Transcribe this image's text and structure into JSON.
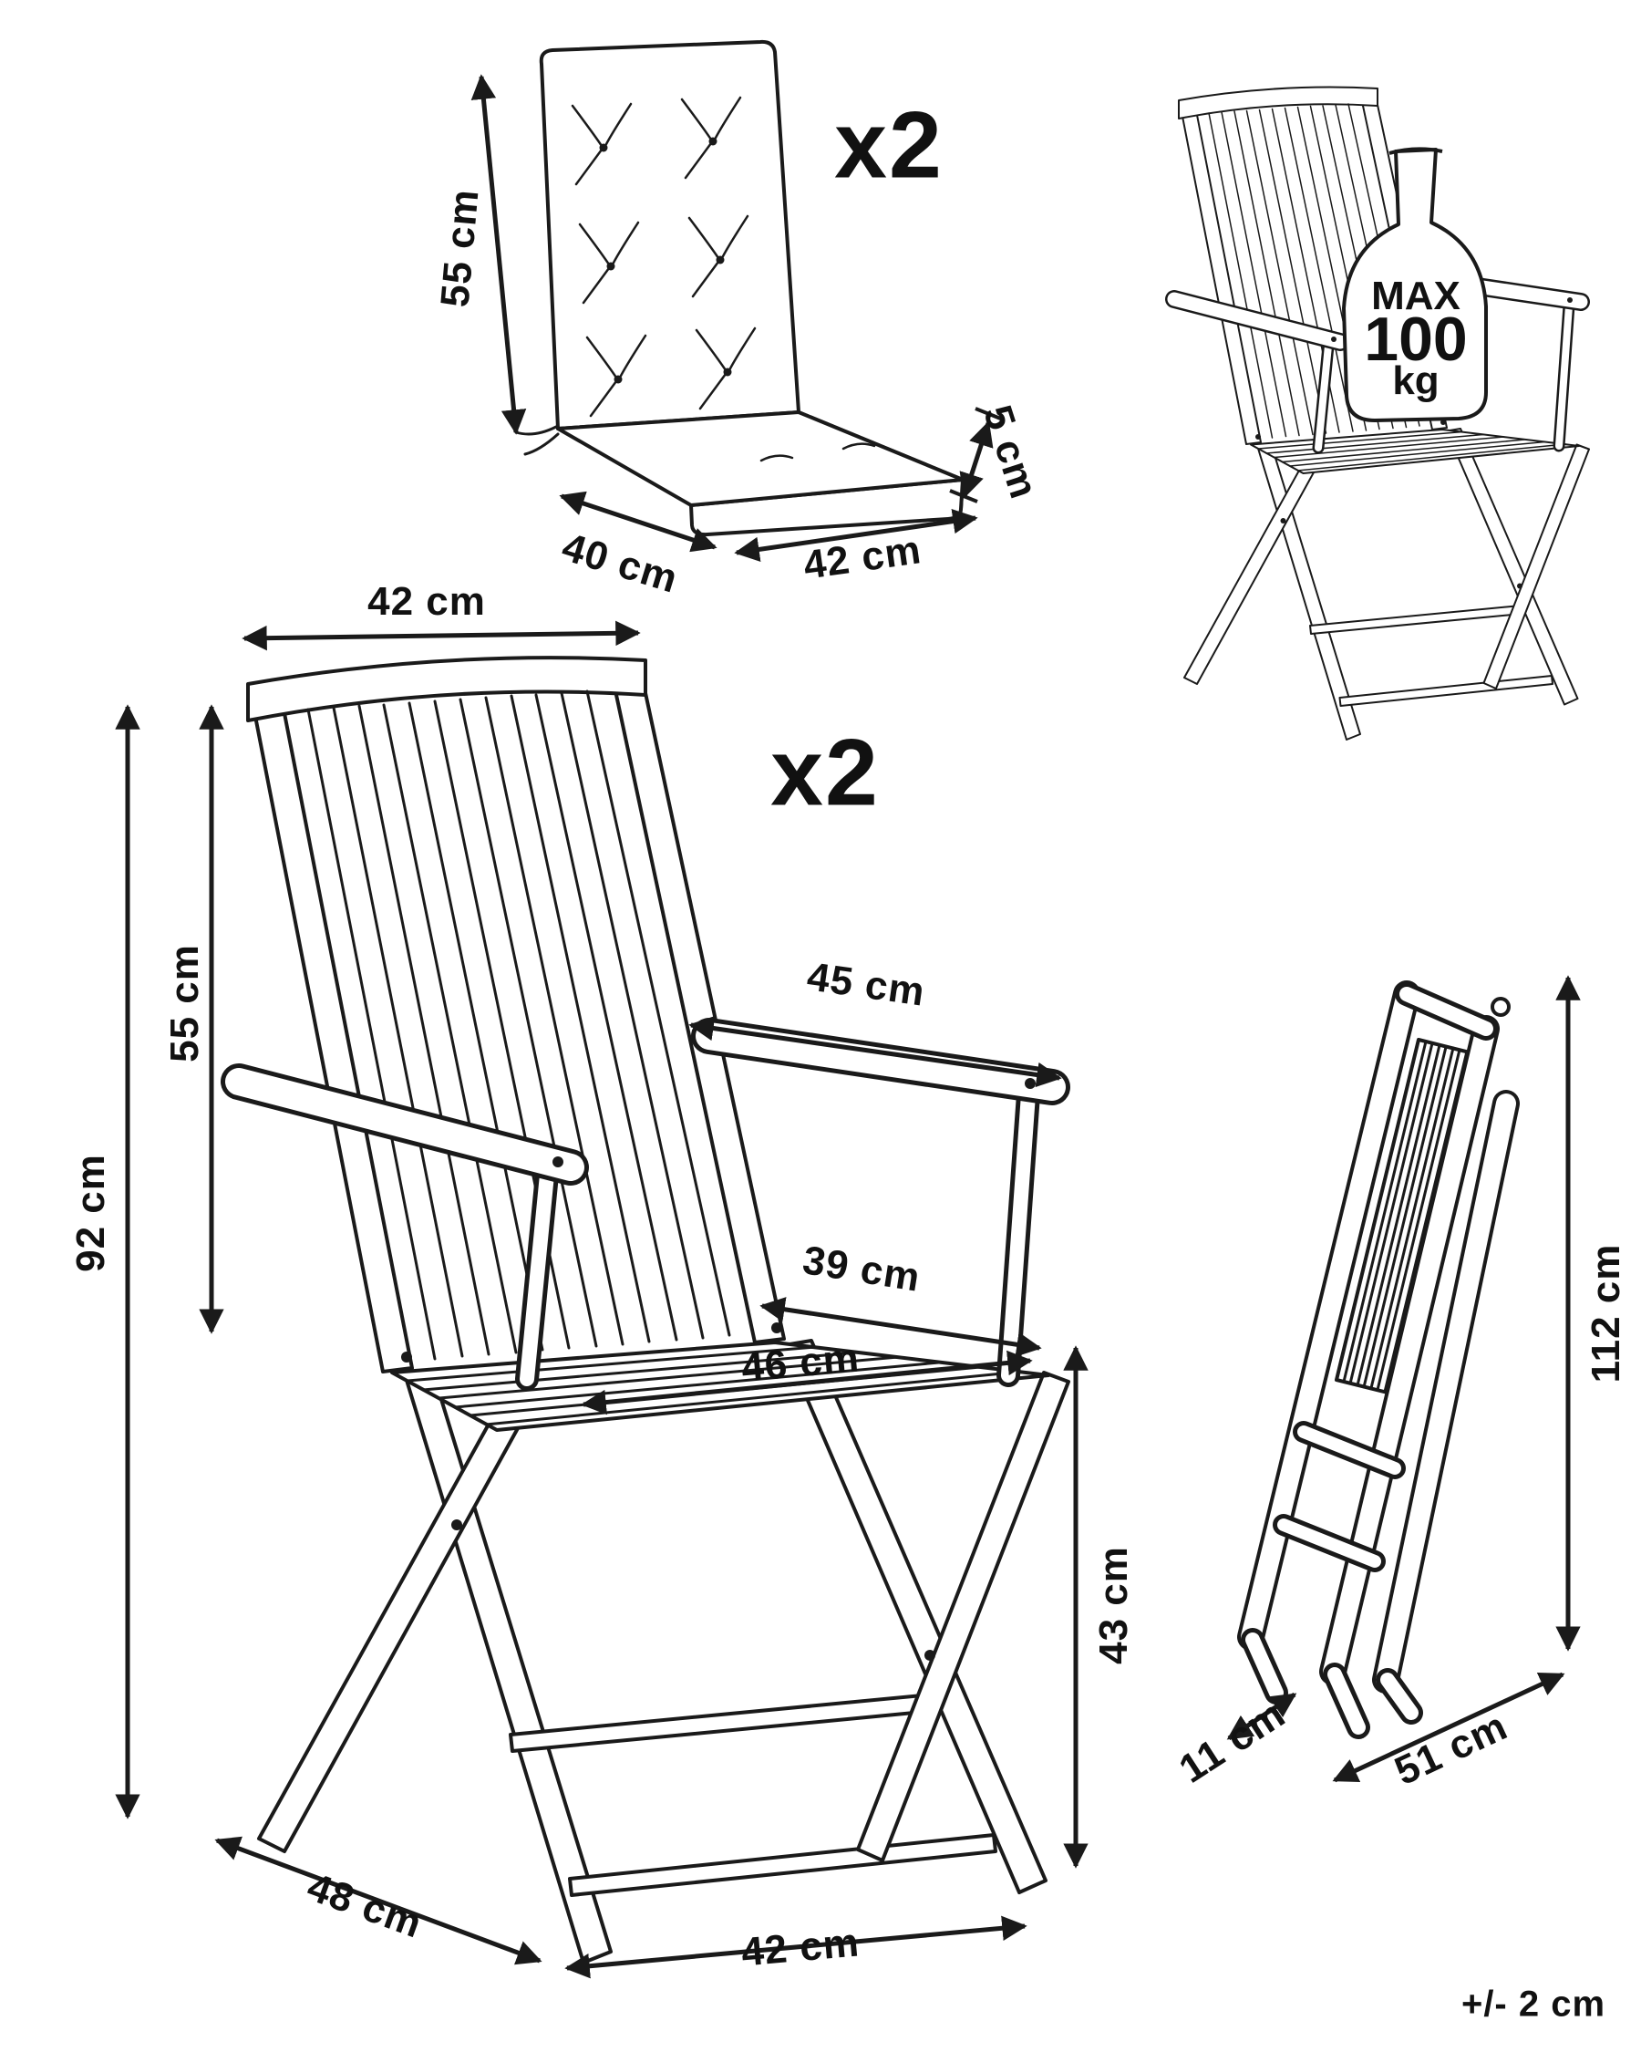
{
  "tolerance_note": "+/- 2 cm",
  "cushion": {
    "quantity_label": "x2",
    "dimensions": {
      "back_height": "55 cm",
      "seat_thickness": "5 cm",
      "seat_depth": "40 cm",
      "seat_width": "42 cm"
    }
  },
  "max_load": {
    "prefix": "MAX",
    "value": "100",
    "unit": "kg"
  },
  "chair": {
    "quantity_label": "x2",
    "dimensions": {
      "backrest_top_width": "42 cm",
      "backrest_height": "55 cm",
      "total_height": "92 cm",
      "armrest_depth": "45 cm",
      "seat_depth": "39 cm",
      "seat_width": "46 cm",
      "seat_height": "43 cm",
      "base_depth": "48 cm",
      "front_width": "42 cm"
    }
  },
  "folded_chair": {
    "dimensions": {
      "height": "112 cm",
      "thickness": "11 cm",
      "width": "51 cm"
    }
  }
}
